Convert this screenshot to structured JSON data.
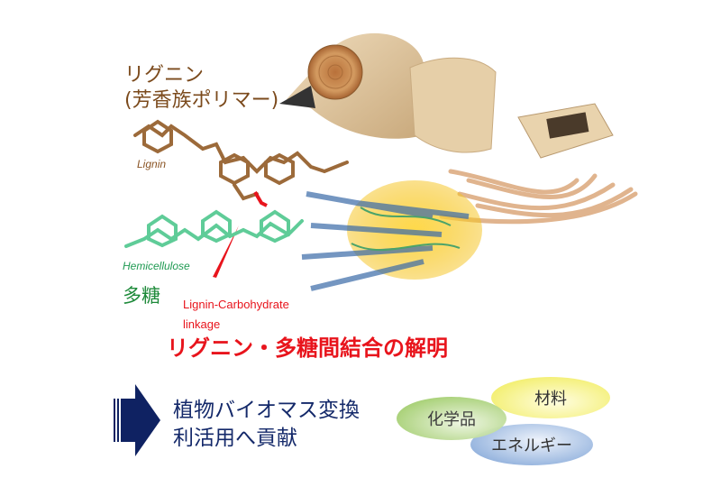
{
  "labels": {
    "lignin_jp_line1": "リグニン",
    "lignin_jp_line2": "(芳香族ポリマー)",
    "lignin_en": "Lignin",
    "hemicellulose_en": "Hemicellulose",
    "polysaccharide_jp": "多糖",
    "lcc_line1": "Lignin-Carbohydrate",
    "lcc_line2": "linkage"
  },
  "headline": "リグニン・多糖間結合の解明",
  "contribution": {
    "line1": "植物バイオマス変換",
    "line2": "利活用へ貢献"
  },
  "outputs": [
    "化学品",
    "材料",
    "エネルギー"
  ],
  "colors": {
    "lignin": "#7b4a1c",
    "hemicellulose": "#1e8a3a",
    "linkage": "#e8141c",
    "arrow": "#0f2262"
  }
}
